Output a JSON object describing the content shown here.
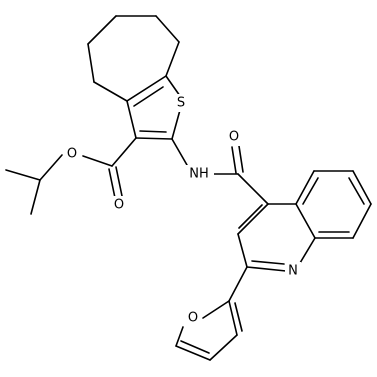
{
  "diagram": {
    "atom_labels": {
      "sulfur": "S",
      "ester_oxygen": "O",
      "carbonyl_oxygen_ester": "O",
      "amide_nh": "NH",
      "carbonyl_oxygen_amide": "O",
      "quinoline_nitrogen": "N",
      "furan_oxygen": "O"
    }
  }
}
